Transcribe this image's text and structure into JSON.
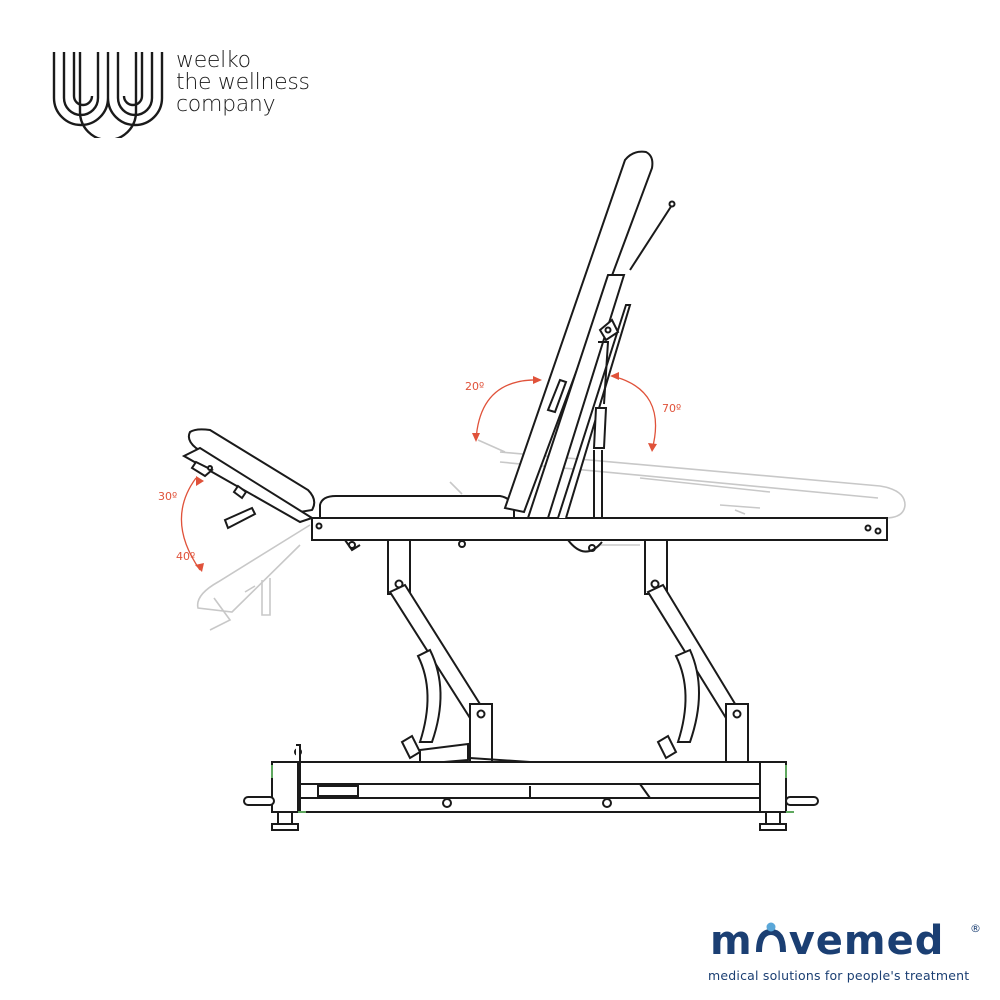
{
  "brand_left": {
    "line1": "weelko",
    "line2": "the wellness",
    "line3": "company",
    "icon": "weelko-w-logo-icon"
  },
  "brand_right": {
    "name_pre": "m",
    "name_post": "vemed",
    "registered": "®",
    "tagline": "medical solutions for people's treatment",
    "color": "#1b3f73",
    "icon": "movemed-person-o-icon"
  },
  "diagram": {
    "angles": {
      "headrest_up": "30º",
      "headrest_down": "40º",
      "backrest_min": "20º",
      "backrest_max": "70º"
    },
    "colors": {
      "line": "#1a1a1a",
      "ghost": "#c8c8c8",
      "angle": "#e0523a",
      "accent": "#5fa85f"
    }
  }
}
